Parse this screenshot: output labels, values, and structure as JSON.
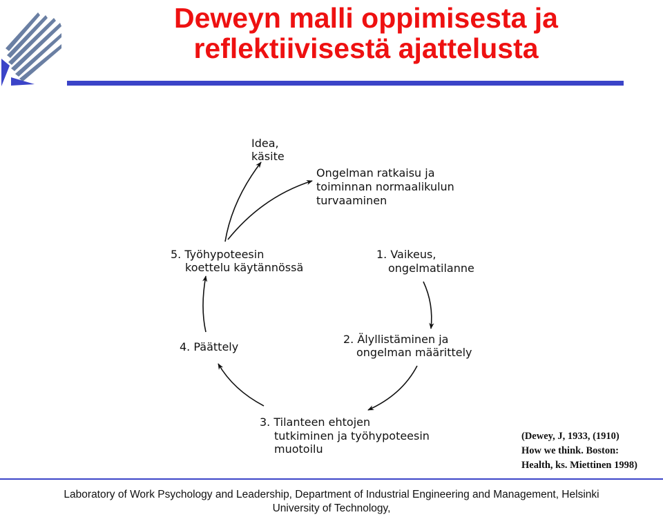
{
  "title": {
    "line1": "Deweyn malli oppimisesta ja",
    "line2": "reflektiivisestä ajattelusta"
  },
  "colors": {
    "title": "#ee1111",
    "rule": "#3b44c8",
    "logo": "#6a7fa3"
  },
  "diagram": {
    "idea": {
      "line1": "Idea,",
      "line2": "käsite"
    },
    "solution": {
      "line1": "Ongelman ratkaisu ja",
      "line2": "toiminnan normaalikulun",
      "line3": "turvaaminen"
    },
    "step5": {
      "line1": "5. Työhypoteesin",
      "line2": "koettelu käytännössä"
    },
    "step1": {
      "line1": "1. Vaikeus,",
      "line2": "ongelmatilanne"
    },
    "step4": {
      "line1": "4. Päättely"
    },
    "step2": {
      "line1": "2. Älyllistäminen ja",
      "line2": "ongelman määrittely"
    },
    "step3": {
      "line1": "3. Tilanteen ehtojen",
      "line2": "tutkiminen ja työhypoteesin",
      "line3": "muotoilu"
    }
  },
  "citation": {
    "line1": "(Dewey, J, 1933, (1910)",
    "line2": "How we think. Boston:",
    "line3": "Health, ks. Miettinen 1998)"
  },
  "footer": {
    "line1": "Laboratory of Work Psychology and Leadership, Department of Industrial Engineering and Management, Helsinki",
    "line2": "University of Technology,"
  }
}
